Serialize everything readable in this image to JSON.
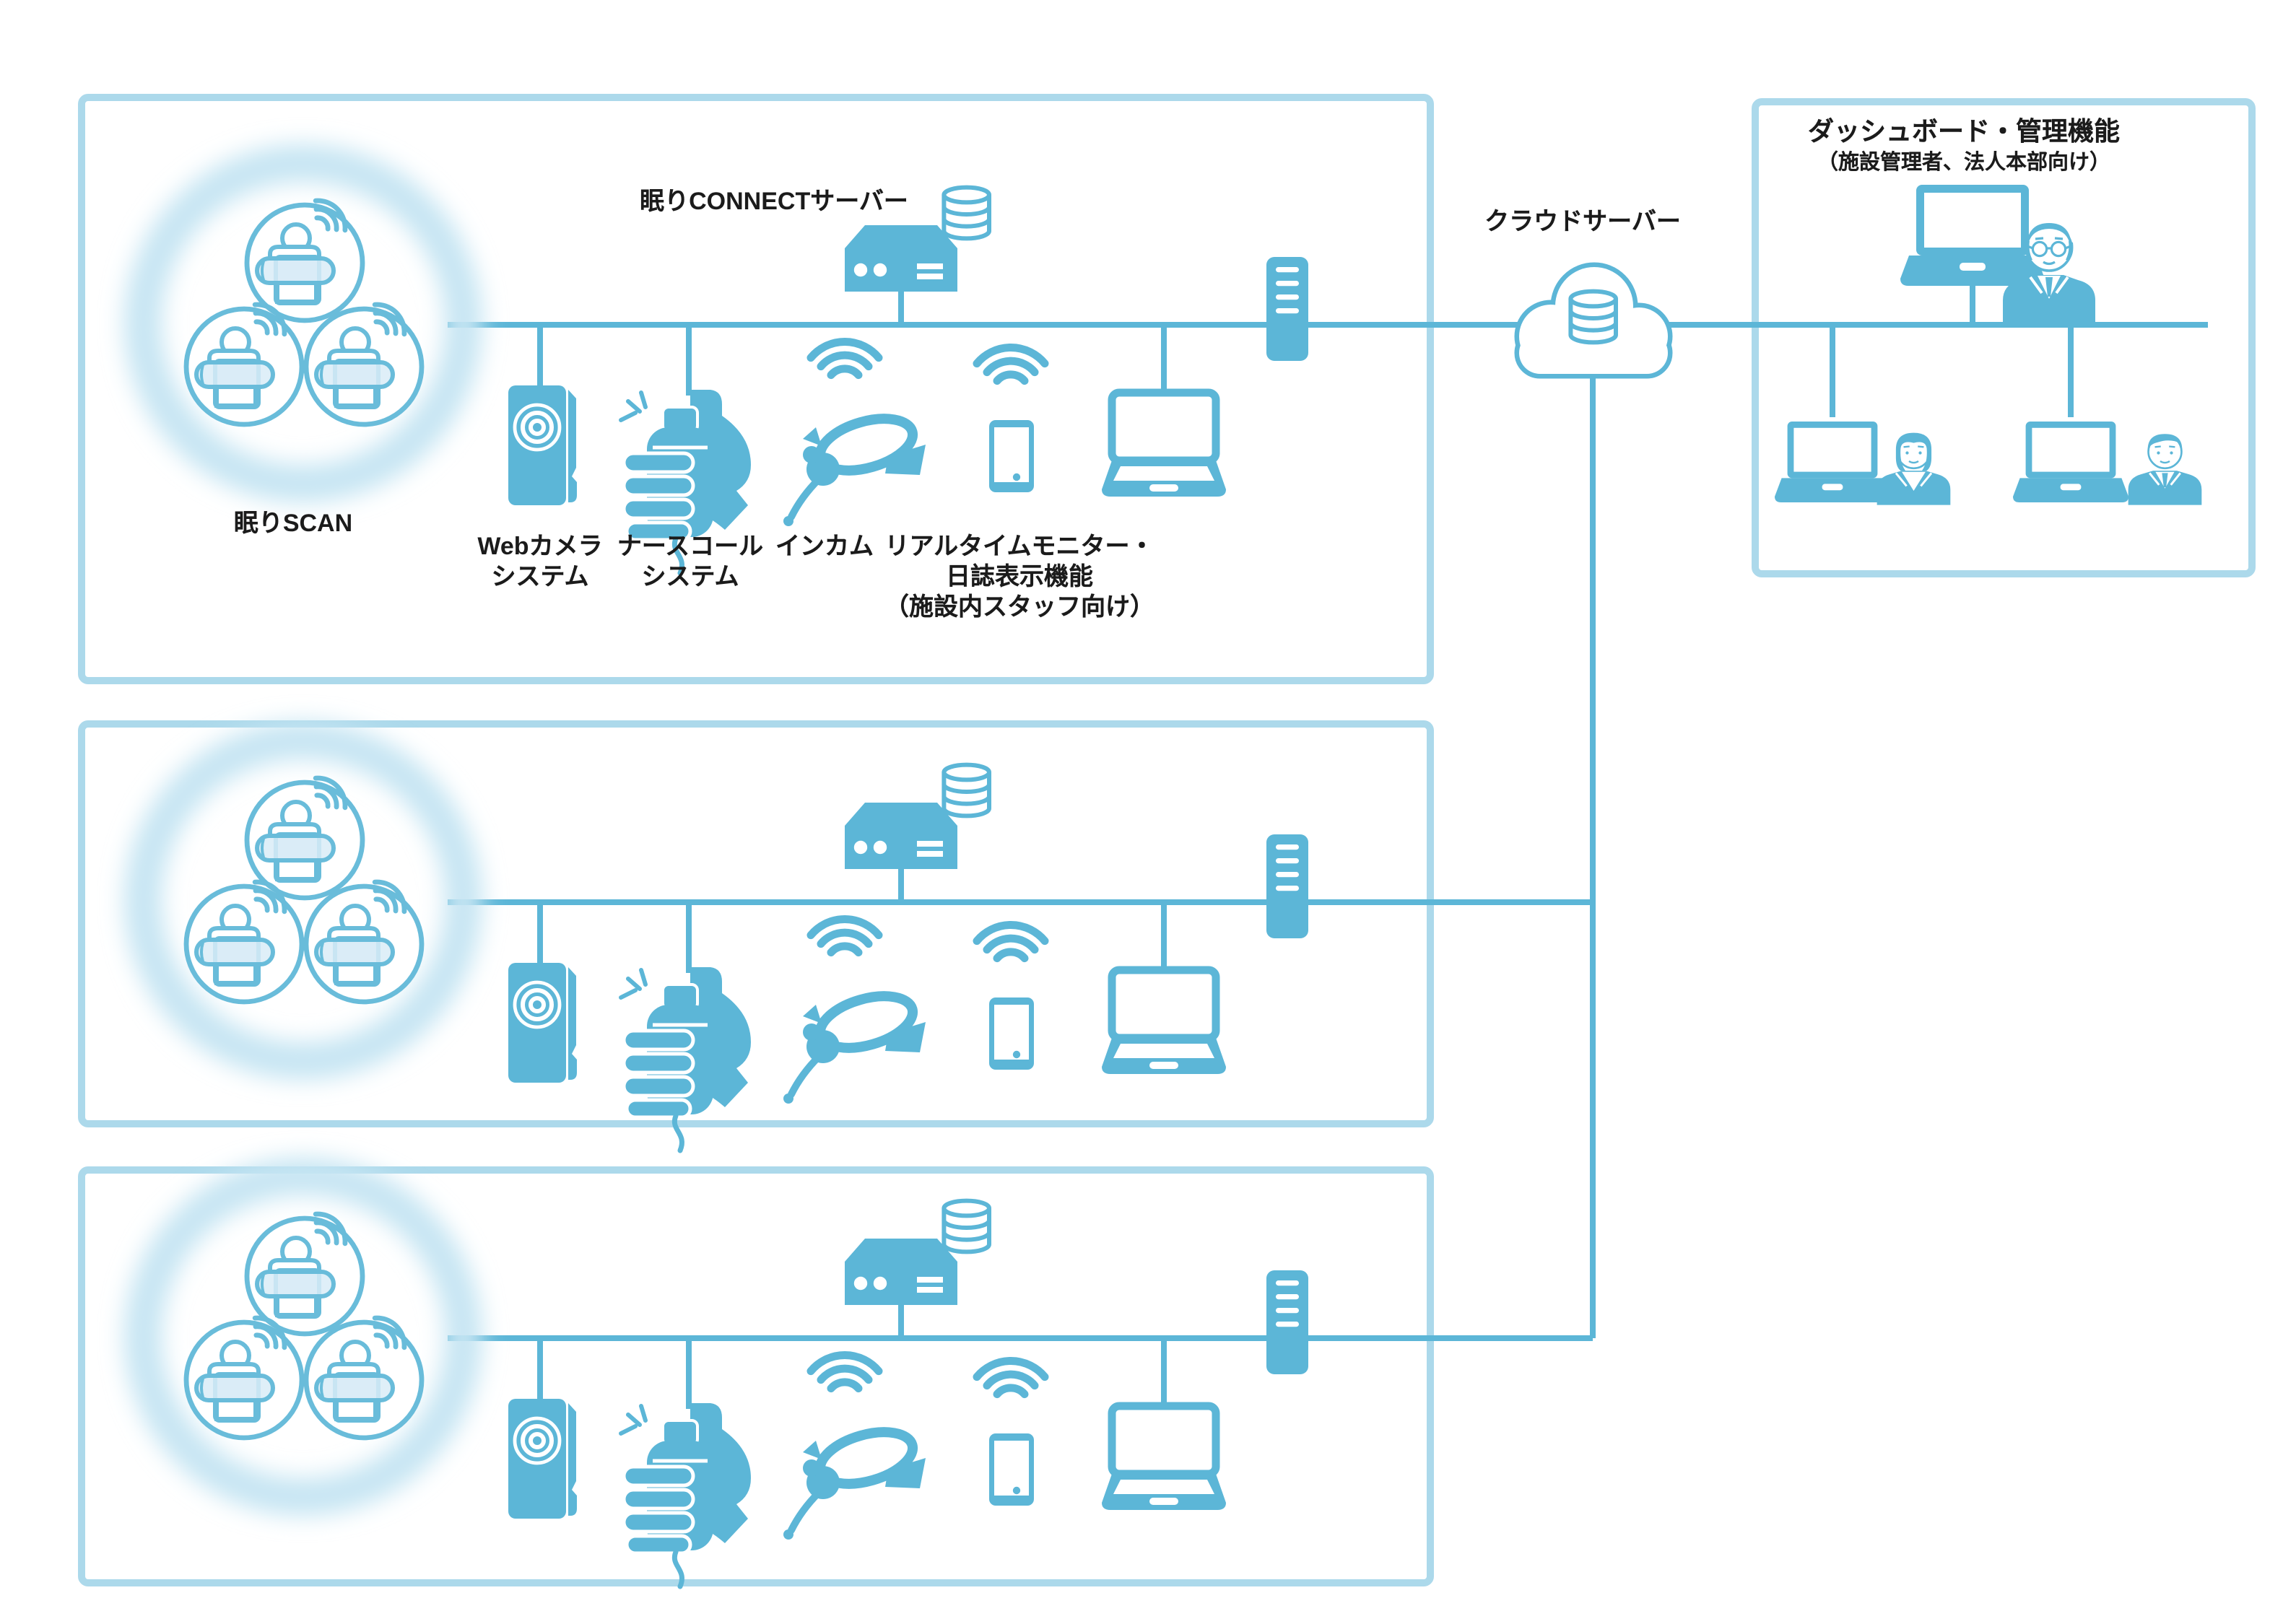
{
  "colors": {
    "primary_blue": "#5CB6D7",
    "outline_blue": "#69BCDA",
    "light_fill": "#D9ECF7",
    "glow_blue": "#C6E5F3",
    "box_border": "#ACD9EB",
    "text": "#1B1B1B"
  },
  "facilities": {
    "count": 3,
    "scan_label": "眠りSCAN",
    "server_label": "眠りCONNECTサーバー",
    "camera_label": [
      "Webカメラ",
      "システム"
    ],
    "nursecall_label": [
      "ナースコール",
      "システム"
    ],
    "intercom_label": "インカム",
    "monitor_label": [
      "リアルタイムモニター・",
      "日誌表示機能"
    ],
    "monitor_note": "（施設内スタッフ向け）"
  },
  "cloud": {
    "label": "クラウドサーバー"
  },
  "dashboard": {
    "title": "ダッシュボード・管理機能",
    "subtitle": "（施設管理者、法人本部向け）"
  },
  "icons": {
    "sleep_scan": "three-patients-on-bed-sensor-with-wifi-in-glowing-circle",
    "connect_server": "server-box",
    "database": "database-cylinder",
    "web_camera": "web-camera-device",
    "nurse_call": "hand-pressing-nurse-call-button",
    "intercom": "wireless-headset",
    "smartphone": "smartphone-with-wifi",
    "staff_laptop": "laptop",
    "network_switch": "switch-hub",
    "cloud_server": "cloud-with-database",
    "admin_laptop": "laptop",
    "facility_manager": "elderly-businessman-with-glasses",
    "office_woman": "businesswoman",
    "office_man": "businessman",
    "wifi": "wireless-signal-arcs"
  }
}
